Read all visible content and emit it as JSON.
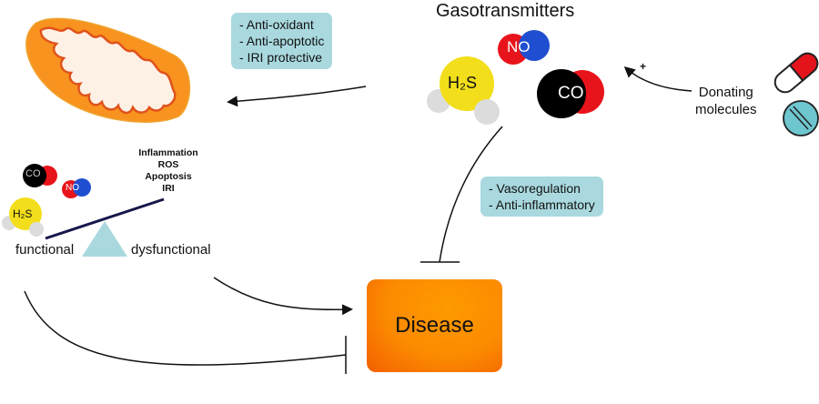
{
  "title": "Gasotransmitters",
  "molecules": {
    "h2s": "H₂S",
    "no": "NO",
    "co": "CO"
  },
  "mitochondria_effects": [
    "- Anti-oxidant",
    "- Anti-apoptotic",
    "- IRI protective"
  ],
  "vascular_effects": [
    "- Vasoregulation",
    "- Anti-inflammatory"
  ],
  "donor": {
    "label_line1": "Donating",
    "label_line2": "molecules",
    "sign": "+"
  },
  "balance": {
    "left_label": "functional",
    "right_label": "dysfunctional",
    "stressors": [
      "Inflammation",
      "ROS",
      "Apoptosis",
      "IRI"
    ]
  },
  "outcome": "Disease",
  "colors": {
    "mitochondria_outer": "#f7931e",
    "mitochondria_inner": "#fdf1e6",
    "mitochondria_cristae": "#e0521b",
    "infobox": "#a9d9df",
    "disease": "#fb8a00",
    "h2s_yellow": "#f2de1b",
    "hydrogen_grey": "#dcdcdc",
    "no_red": "#e8141b",
    "no_blue": "#1f4fd0",
    "co_black": "#000000",
    "capsule_red": "#e3141b",
    "pill_teal": "#6ec6cf",
    "fulcrum": "#a9d9df",
    "lever": "#16174a"
  }
}
